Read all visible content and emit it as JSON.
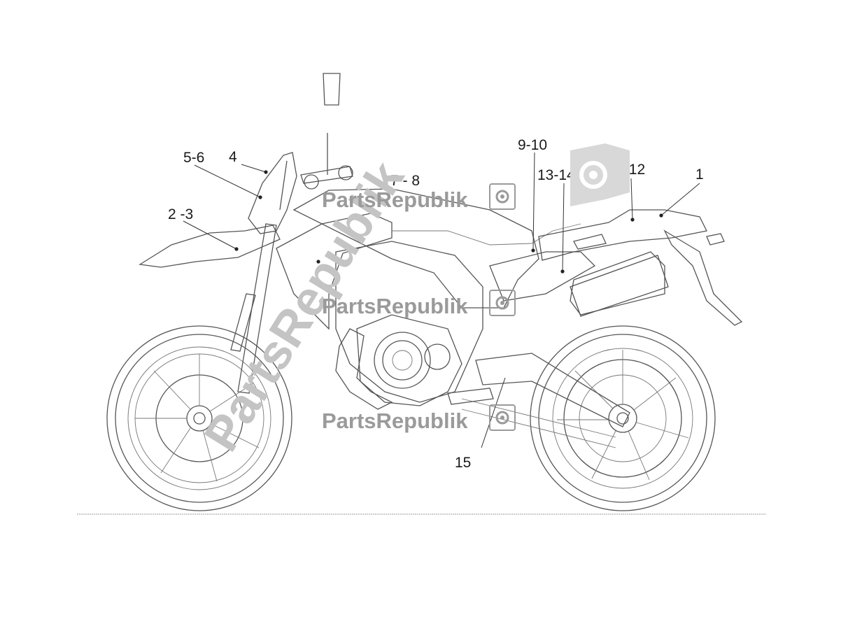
{
  "callouts": [
    {
      "id": "c1",
      "label": "1"
    },
    {
      "id": "c2",
      "label": "2 -3"
    },
    {
      "id": "c4",
      "label": "4"
    },
    {
      "id": "c5",
      "label": "5-6"
    },
    {
      "id": "c7",
      "label": "7 - 8"
    },
    {
      "id": "c9",
      "label": "9-10"
    },
    {
      "id": "c11",
      "label": "11-12"
    },
    {
      "id": "c13",
      "label": "13-14"
    },
    {
      "id": "c15",
      "label": "15"
    }
  ],
  "watermark": {
    "brand": "PartsRepublik",
    "diagonal": "PartsRepublik",
    "logo_icon": "gear-flag-icon"
  },
  "colors": {
    "line": "#555555",
    "watermark": "#9a9a9a",
    "watermark_light": "#c4c4c4",
    "text": "#1a1a1a"
  }
}
